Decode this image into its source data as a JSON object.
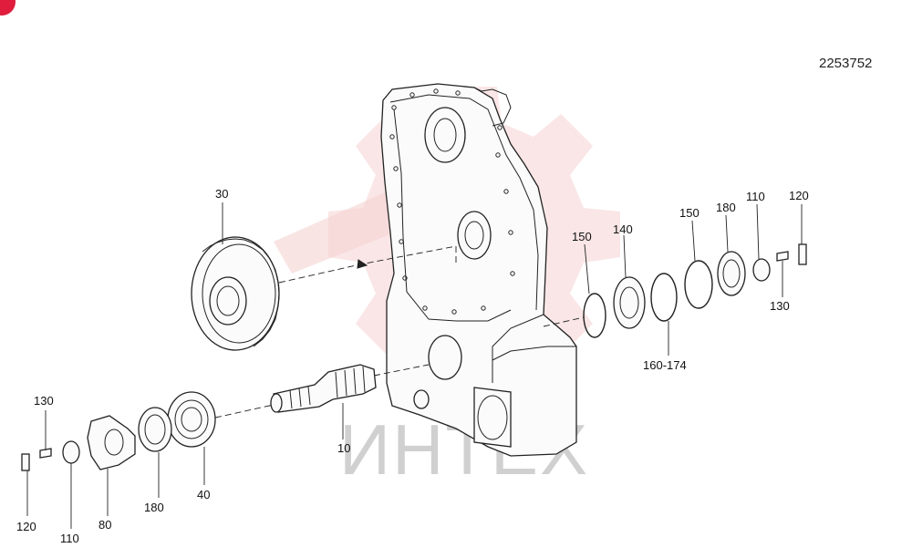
{
  "document_number": "2253752",
  "watermark_text": "ИНТЕХ",
  "colors": {
    "watermark_logo": "#f4c9ca",
    "watermark_text": "#d0d0d0",
    "badge": "#e01d3c",
    "line_art": "#222222"
  },
  "callouts": {
    "c10": "10",
    "c30": "30",
    "c40": "40",
    "c80": "80",
    "c110_left": "110",
    "c120_left": "120",
    "c130_left": "130",
    "c180_left": "180",
    "c140": "140",
    "c150_a": "150",
    "c150_b": "150",
    "c160_174": "160-174",
    "c180_right": "180",
    "c110_right": "110",
    "c120_right": "120",
    "c130_right": "130"
  }
}
